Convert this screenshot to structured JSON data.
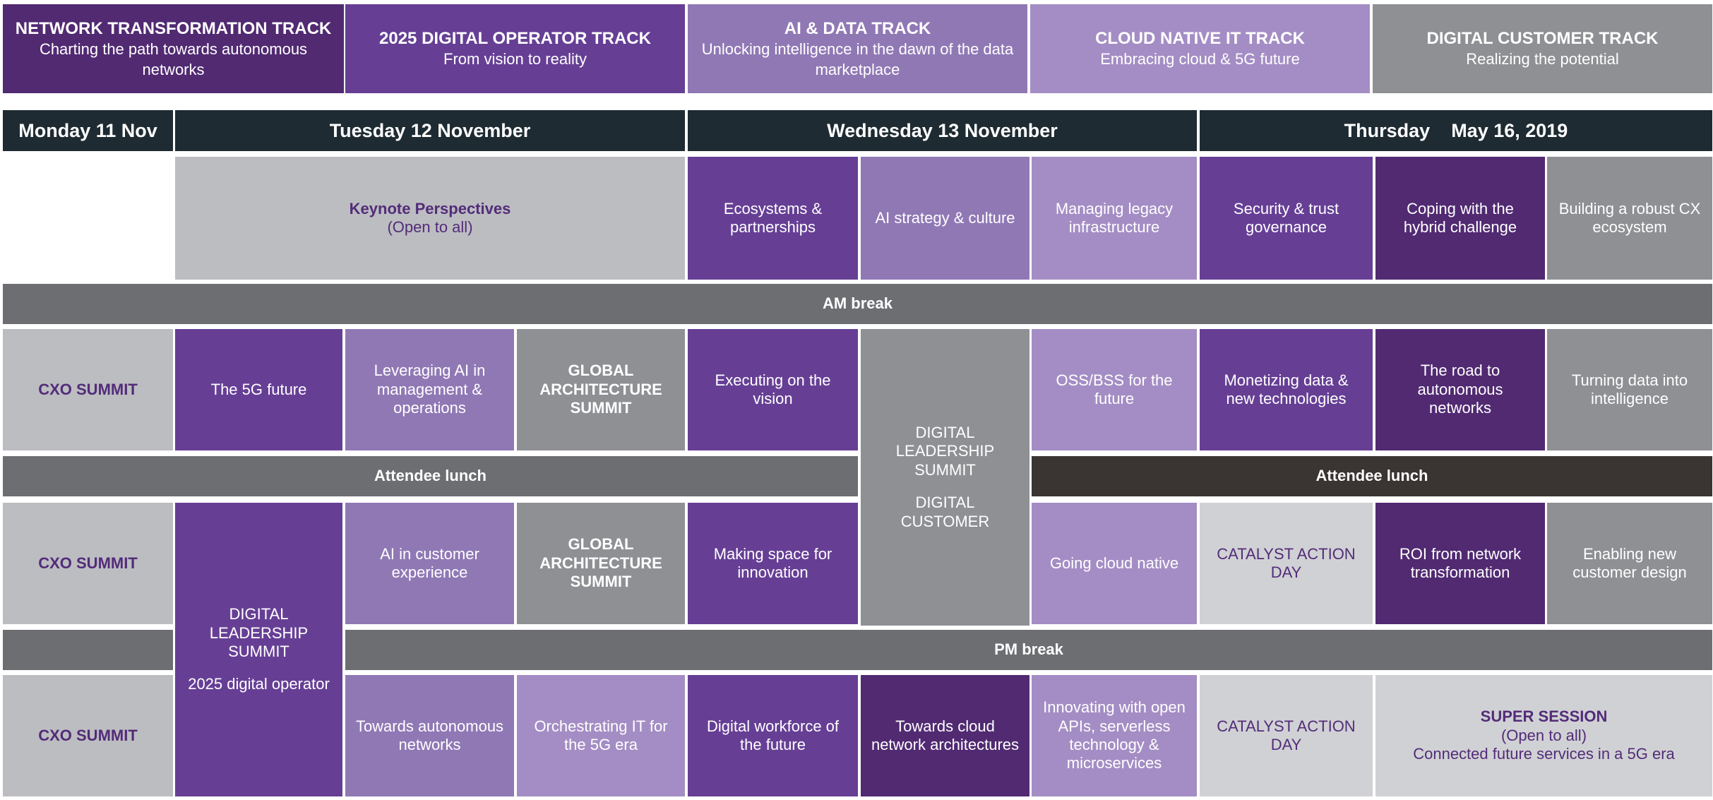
{
  "tracks": [
    {
      "title": "NETWORK TRANSFORMATION TRACK",
      "subtitle": "Charting the path towards autonomous networks"
    },
    {
      "title": "2025 DIGITAL OPERATOR TRACK",
      "subtitle": "From vision to reality"
    },
    {
      "title": "AI & DATA TRACK",
      "subtitle": "Unlocking intelligence in the dawn of the data marketplace"
    },
    {
      "title": "CLOUD NATIVE IT TRACK",
      "subtitle": "Embracing cloud & 5G future"
    },
    {
      "title": "DIGITAL CUSTOMER TRACK",
      "subtitle": "Realizing the potential"
    }
  ],
  "days": [
    "Monday 11 Nov",
    "Tuesday 12 November",
    "Wednesday 13 November",
    "Thursday    May 16, 2019"
  ],
  "row1": {
    "keynote_title": "Keynote Perspectives",
    "keynote_sub": "(Open to all)",
    "sessions": [
      "Ecosystems & partnerships",
      "AI strategy & culture",
      "Managing legacy infrastructure",
      "Security & trust governance",
      "Coping with the hybrid challenge",
      "Building a robust CX ecosystem"
    ]
  },
  "am_break": "AM break",
  "row2": {
    "cxo": "CXO SUMMIT",
    "five_g": "The 5G future",
    "leveraging_ai": "Leveraging AI in management & operations",
    "global_arch": "GLOBAL ARCHITECTURE SUMMIT",
    "executing": "Executing on the vision",
    "dls_title": "DIGITAL LEADERSHIP SUMMIT",
    "dls_sub": "DIGITAL CUSTOMER",
    "oss_bss": "OSS/BSS for the future",
    "monetizing": "Monetizing data & new technologies",
    "road": "The road to autonomous networks",
    "turning": "Turning data into intelligence"
  },
  "lunch_left": "Attendee lunch",
  "lunch_right": "Attendee lunch",
  "row3": {
    "cxo": "CXO SUMMIT",
    "dls_title": "DIGITAL LEADERSHIP SUMMIT",
    "dls_sub": "2025 digital operator",
    "ai_cx": "AI in customer experience",
    "global_arch": "GLOBAL ARCHITECTURE SUMMIT",
    "making_space": "Making space for innovation",
    "going_cloud": "Going cloud native",
    "catalyst": "CATALYST ACTION DAY",
    "roi": "ROI from network transformation",
    "enabling": "Enabling new customer design"
  },
  "pm_break": "PM break",
  "row4": {
    "cxo": "CXO SUMMIT",
    "towards_auto": "Towards autonomous networks",
    "orchestrating": "Orchestrating IT for the 5G era",
    "digital_workforce": "Digital workforce of the future",
    "towards_cloud": "Towards cloud network architectures",
    "innovating": "Innovating with open APIs, serverless technology & microservices",
    "catalyst": "CATALYST ACTION DAY",
    "super_title": "SUPER SESSION",
    "super_sub": "(Open to all)",
    "super_desc": "Connected future services in a 5G era"
  }
}
